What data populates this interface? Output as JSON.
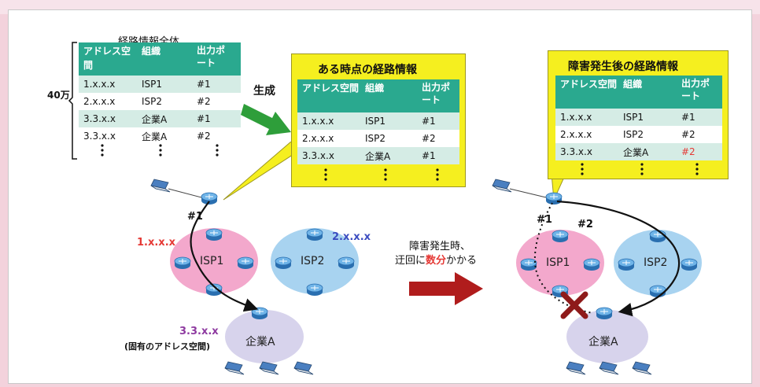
{
  "left": {
    "table_title": "経路情報全体",
    "count_label": "40万",
    "headers": [
      "アドレス空間",
      "組織",
      "出力ポート"
    ],
    "rows": [
      [
        "1.x.x.x",
        "ISP1",
        "#1"
      ],
      [
        "2.x.x.x",
        "ISP2",
        "#2"
      ],
      [
        "3.3.x.x",
        "企業A",
        "#1"
      ],
      [
        "3.3.x.x",
        "企業A",
        "#2"
      ]
    ],
    "generate_label": "生成"
  },
  "callout_mid": {
    "title": "ある時点の経路情報",
    "headers": [
      "アドレス空間",
      "組織",
      "出力ポート"
    ],
    "rows": [
      [
        "1.x.x.x",
        "ISP1",
        "#1"
      ],
      [
        "2.x.x.x",
        "ISP2",
        "#2"
      ],
      [
        "3.3.x.x",
        "企業A",
        "#1"
      ]
    ]
  },
  "callout_right": {
    "title": "障害発生後の経路情報",
    "headers": [
      "アドレス空間",
      "組織",
      "出力ポート"
    ],
    "rows": [
      [
        "1.x.x.x",
        "ISP1",
        "#1"
      ],
      [
        "2.x.x.x",
        "ISP2",
        "#2"
      ],
      [
        "3.3.x.x",
        "企業A",
        "#2"
      ]
    ],
    "highlight_color": "#e53935"
  },
  "left_net": {
    "port1": "#1",
    "addr1": "1.x.x.x",
    "addr2": "2.x.x.x",
    "isp1": "ISP1",
    "isp2": "ISP2",
    "addr3": "3.3.x.x",
    "addr3_note": "(固有のアドレス空間)",
    "corp": "企業A"
  },
  "middle_text": {
    "line1": "障害発生時、",
    "line2_pre": "迂回に",
    "line2_em": "数分",
    "line2_post": "かかる"
  },
  "right_net": {
    "port1": "#1",
    "port2": "#2",
    "isp1": "ISP1",
    "isp2": "ISP2",
    "corp": "企業A"
  },
  "colors": {
    "header_bg": "#2aa98f",
    "callout_bg": "#f5ef1f",
    "isp1_cloud": "#f3a8cc",
    "isp2_cloud": "#a8d3f0",
    "corp_cloud": "#d7d3ec",
    "addr_red": "#e53935",
    "addr_blue": "#3b4cc0",
    "addr_purple": "#8e3aa0",
    "arrow_green": "#2e9e3a",
    "arrow_red": "#b01c1c"
  }
}
